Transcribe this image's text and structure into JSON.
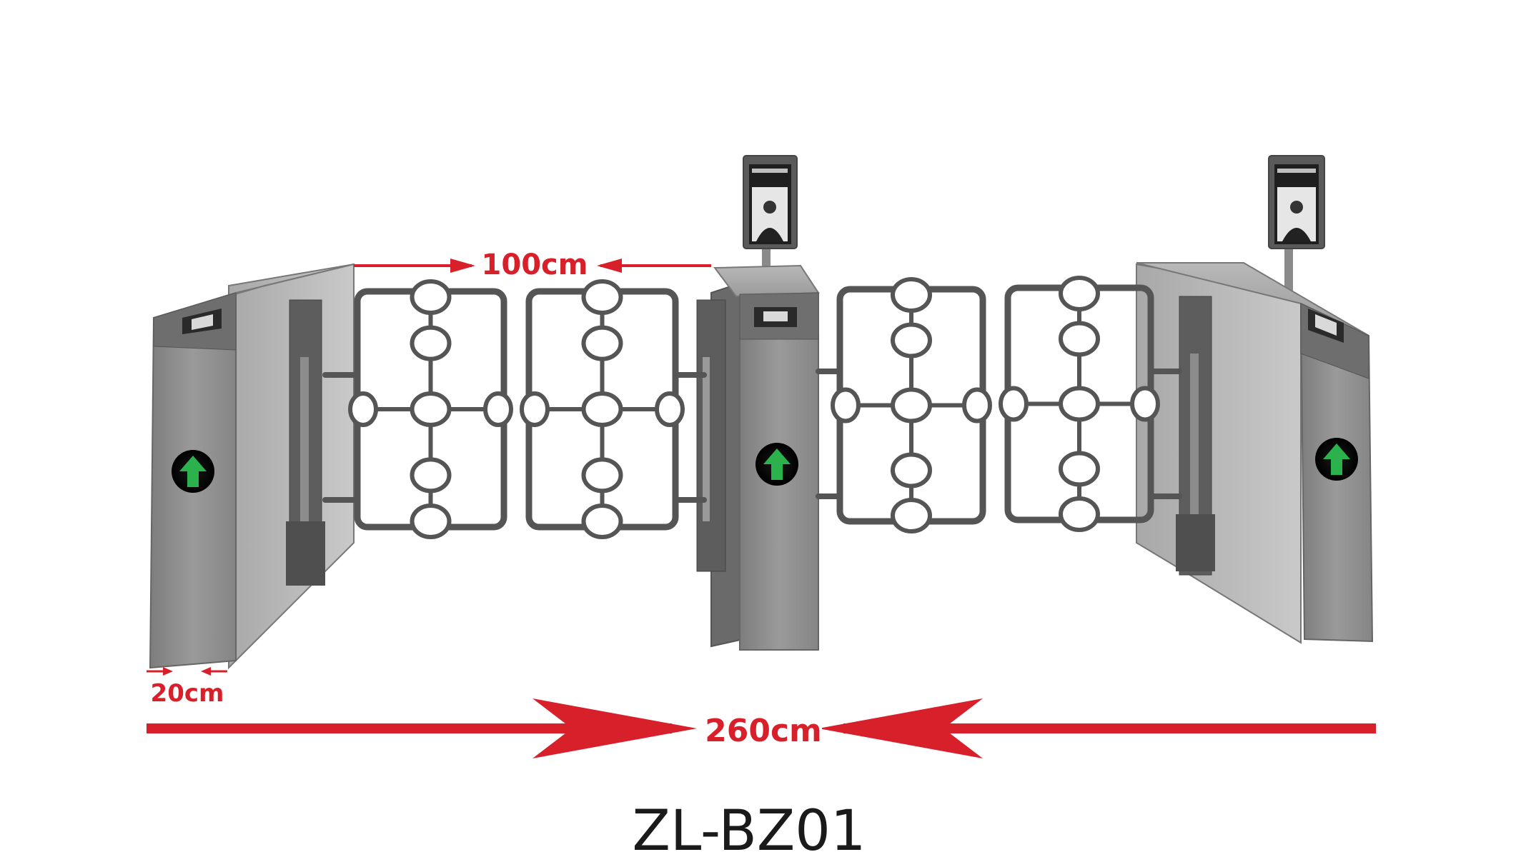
{
  "dimensions": {
    "gate_gap_label": "100cm",
    "housing_width_label": "20cm",
    "total_width_label": "260cm"
  },
  "model": {
    "name": "ZL-BZ01"
  },
  "colors": {
    "dimension_red": "#d8202b",
    "housing_gray": "#8e8e8e",
    "arrow_green": "#2bb24c",
    "background": "#ffffff"
  },
  "icons": {
    "pass_indicator": "green-up-arrow-icon",
    "face_terminal": "face-recognition-terminal-icon"
  }
}
